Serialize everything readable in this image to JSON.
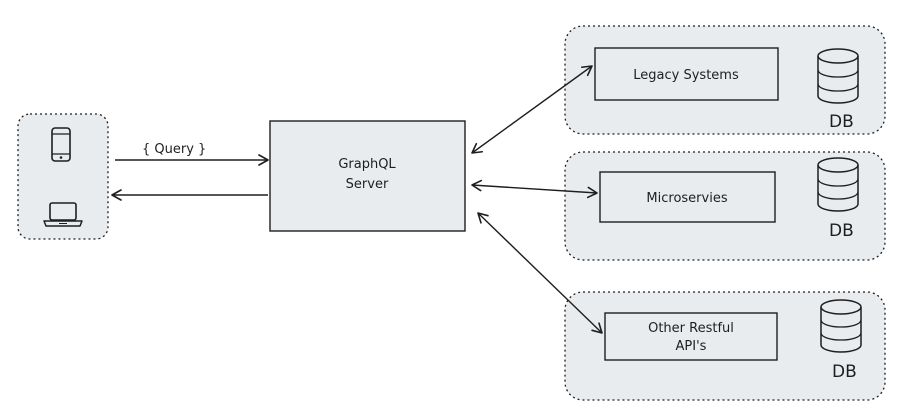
{
  "colors": {
    "group_fill": "#e9ecef",
    "box_fill": "#e9ecef",
    "stroke": "#1e1e1e",
    "page_bg": "#ffffff"
  },
  "client": {
    "devices": [
      {
        "icon": "smartphone-icon"
      },
      {
        "icon": "laptop-icon"
      }
    ]
  },
  "edges": {
    "query_label": "{ Query }"
  },
  "server": {
    "line1": "GraphQL",
    "line2": "Server"
  },
  "services": [
    {
      "name": "Legacy Systems",
      "db": "DB"
    },
    {
      "name": "Microservies",
      "db": "DB"
    },
    {
      "name_line1": "Other Restful",
      "name_line2": "API's",
      "db": "DB"
    }
  ]
}
